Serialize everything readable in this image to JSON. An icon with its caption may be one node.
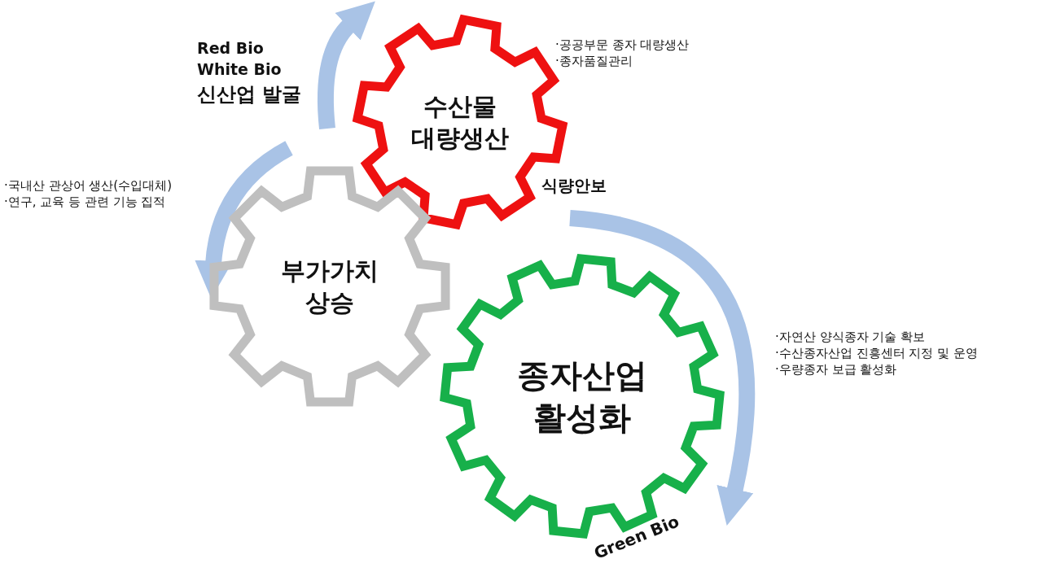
{
  "diagram": {
    "nodes": [
      {
        "text": [
          "수산물 대량생산"
        ],
        "beside": [
          "·공공부문 종자 대량생산",
          "·종자품질관리"
        ]
      },
      {
        "text": [
          "부가가치 상승"
        ],
        "beside": [
          "·국내산 관상어 생산(수입대체)",
          "·연구, 교육 등 관련 기능 집적"
        ]
      },
      {
        "text": [
          "종자산업 활성화"
        ],
        "beside": [
          "·자연산 양식종자 기술 확보",
          "·수산종자산업 진흥센터 지정 및 운영",
          "·우량종자 보급 활성화"
        ]
      }
    ],
    "labels": [
      "Red Bio",
      "White Bio",
      "신산업 발굴",
      "식량안보",
      "Green Bio"
    ]
  }
}
